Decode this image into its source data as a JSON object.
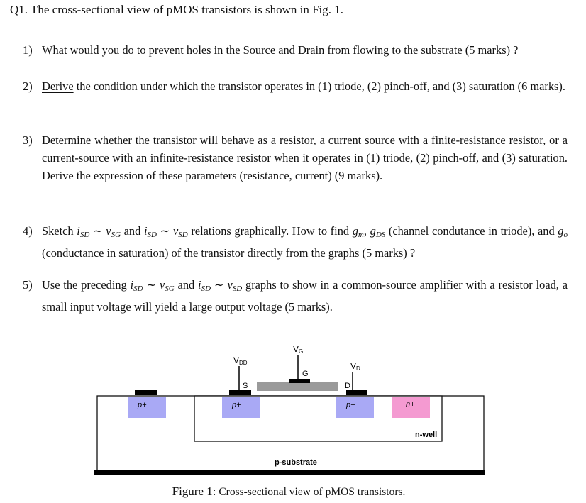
{
  "title": "Q1. The cross-sectional view of pMOS transistors is shown in Fig. 1.",
  "questions": [
    {
      "num": "1)",
      "text": "What would you do to prevent holes in the Source and Drain from flowing to the substrate (5 marks) ?"
    },
    {
      "num": "2)",
      "derive": "Derive",
      "text": " the condition under which the transistor operates in (1) triode, (2) pinch-off, and (3) saturation (6 marks)."
    },
    {
      "num": "3)",
      "text_a": "Determine whether the transistor will behave as a resistor, a current source with a finite-resistance resistor, or a current-source with an infinite-resistance resistor when it operates in (1) triode, (2) pinch-off, and (3) saturation. ",
      "derive": "Derive",
      "text_b": " the expression of these parameters (resistance, current) (9 marks)."
    },
    {
      "num": "4)",
      "t1": "Sketch ",
      "t2": " and ",
      "t3": " relations graphically. How to find ",
      "t4": ", ",
      "t5": " (channel condutance in triode), and ",
      "t6": " (conductance in saturation) of the transistor directly from the graphs (5 marks) ?"
    },
    {
      "num": "5)",
      "t1": "Use the preceding ",
      "t2": " and ",
      "t3": " graphs to show in a common-source amplifier with a resistor load, a small input voltage will yield a large output voltage (5 marks)."
    }
  ],
  "math": {
    "i": "i",
    "v": "v",
    "g": "g",
    "sim": "∼",
    "sd": "SD",
    "sg": "SG",
    "m": "m",
    "ds": "DS",
    "o": "o"
  },
  "figure": {
    "vdd_main": "V",
    "vdd_sub": "DD",
    "vg_main": "V",
    "vg_sub": "G",
    "vd_main": "V",
    "vd_sub": "D",
    "s": "S",
    "g": "G",
    "d": "D",
    "p_plus": "p+",
    "n_plus": "n+",
    "nwell": "n-well",
    "psub": "p-substrate"
  },
  "caption": {
    "label": "Figure 1:",
    "text": "Cross-sectional view of pMOS transistors."
  },
  "colors": {
    "p_region": "#a9a9f5",
    "n_region": "#f49ad1",
    "gate": "#9a9a9a",
    "metal": "#000000"
  }
}
